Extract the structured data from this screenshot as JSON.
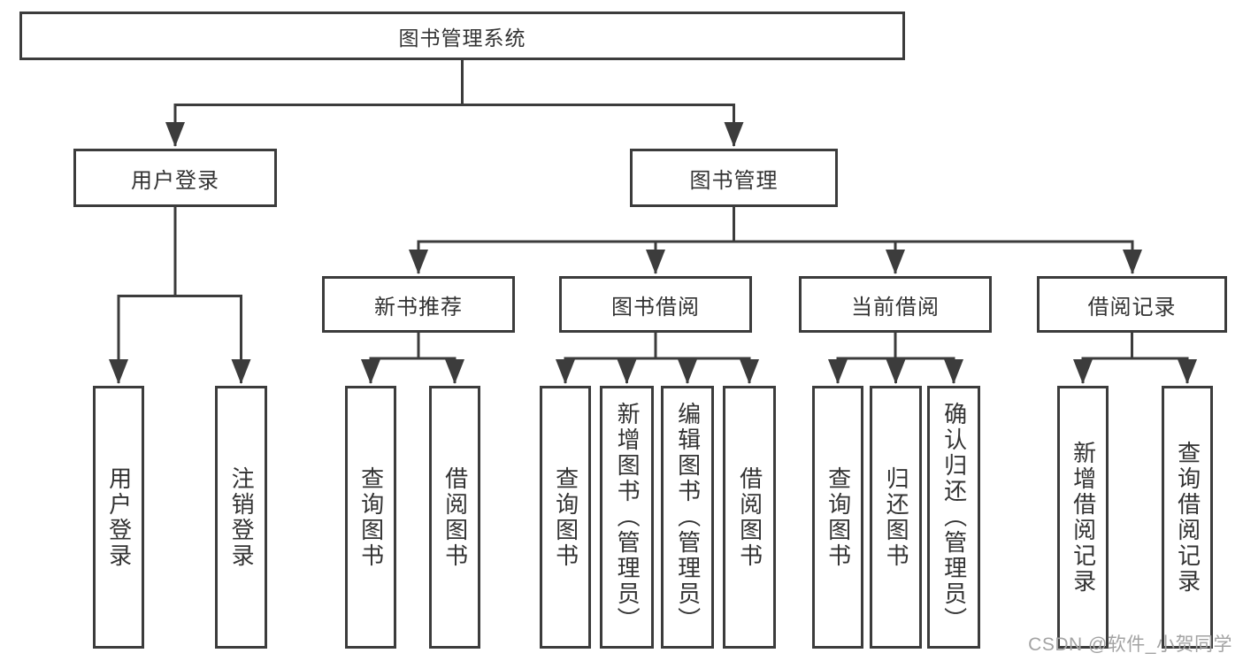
{
  "title": "图书管理系统",
  "watermark": "CSDN @软件_小贺同学",
  "colors": {
    "line": "#3c3c3c",
    "box_border": "#3c3c3c",
    "box_fill": "#ffffff",
    "text": "#333333",
    "watermark": "#a3a3a3"
  },
  "nodes": {
    "root": "图书管理系统",
    "user_login": "用户登录",
    "book_mgmt": "图书管理",
    "new_book_rec": "新书推荐",
    "book_borrow": "图书借阅",
    "current_borrow": "当前借阅",
    "borrow_records": "借阅记录",
    "leaf_user_login": "用户登录",
    "leaf_logout": "注销登录",
    "leaf_nbr_query": "查询图书",
    "leaf_nbr_borrow": "借阅图书",
    "leaf_bb_query": "查询图书",
    "leaf_bb_add": "新增图书（管理员）",
    "leaf_bb_edit": "编辑图书（管理员）",
    "leaf_bb_borrow": "借阅图书",
    "leaf_cb_query": "查询图书",
    "leaf_cb_return": "归还图书",
    "leaf_cb_confirm": "确认归还（管理员）",
    "leaf_br_add": "新增借阅记录",
    "leaf_br_query": "查询借阅记录"
  }
}
